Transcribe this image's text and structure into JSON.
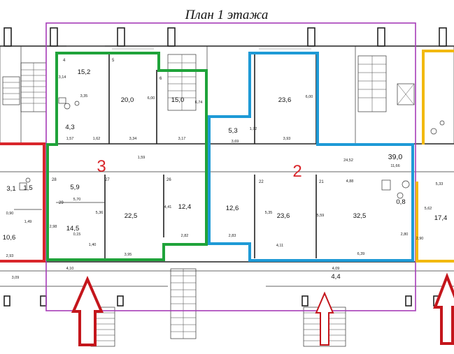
{
  "title": "План 1 этажа",
  "colors": {
    "unit_3": "#1fa33a",
    "unit_2": "#1e9ad6",
    "yellow_unit": "#f2b90f",
    "red_unit": "#d9262b",
    "purple_frame": "#a63cb8",
    "arrow": "#c4161c"
  },
  "units": [
    {
      "id": "unit-3",
      "label": "3"
    },
    {
      "id": "unit-2",
      "label": "2"
    }
  ],
  "rooms": [
    {
      "num": "4",
      "area": "15,2"
    },
    {
      "num": "5",
      "area": "20,0"
    },
    {
      "num": "6",
      "area": "15,0"
    },
    {
      "num": "",
      "area": "4,3"
    },
    {
      "num": "",
      "area": "23,6"
    },
    {
      "num": "",
      "area": "5,3"
    },
    {
      "num": "",
      "area": "39,0"
    },
    {
      "num": "",
      "area": "3,1"
    },
    {
      "num": "",
      "area": "1,5"
    },
    {
      "num": "",
      "area": "10,6"
    },
    {
      "num": "28",
      "area": "5,9"
    },
    {
      "num": "29",
      "area": "14,5"
    },
    {
      "num": "27",
      "area": "22,5"
    },
    {
      "num": "26",
      "area": "12,4"
    },
    {
      "num": "",
      "area": "12,6"
    },
    {
      "num": "22",
      "area": "23,6"
    },
    {
      "num": "21",
      "area": "32,5"
    },
    {
      "num": "",
      "area": "0,8"
    },
    {
      "num": "",
      "area": "17,4"
    },
    {
      "num": "",
      "area": "4,4"
    }
  ],
  "dimensions": [
    "3,35",
    "3,14",
    "1,62",
    "1,57",
    "3,34",
    "6,00",
    "3,17",
    "6,74",
    "3,69",
    "1,72",
    "3,93",
    "6,00",
    "24,52",
    "11,66",
    "5,70",
    "5,36",
    "0,15",
    "1,40",
    "3,95",
    "4,41",
    "2,82",
    "2,83",
    "5,35",
    "4,11",
    "5,59",
    "4,88",
    "6,39",
    "2,80",
    "5,33",
    "5,62",
    "2,90",
    "0,90",
    "1,49",
    "2,93",
    "2,98",
    "1,59",
    "4,09",
    "4,10",
    "3,09"
  ]
}
